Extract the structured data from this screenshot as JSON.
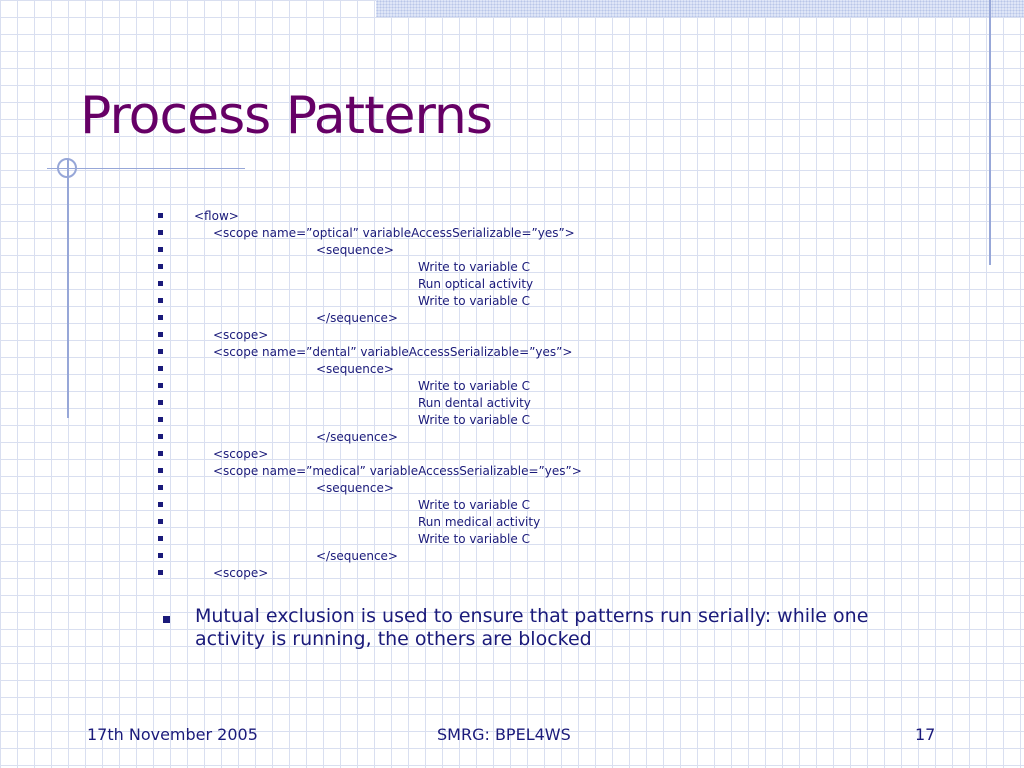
{
  "slide": {
    "title": "Process Patterns",
    "code_lines": [
      {
        "indent": 0,
        "text": "<flow>"
      },
      {
        "indent": 1,
        "text": "<scope name=”optical” variableAccessSerializable=”yes”>"
      },
      {
        "indent": 2,
        "text": "<sequence>"
      },
      {
        "indent": 3,
        "text": "Write to variable C"
      },
      {
        "indent": 3,
        "text": "Run optical activity"
      },
      {
        "indent": 3,
        "text": "Write to variable C"
      },
      {
        "indent": 2,
        "text": "</sequence>"
      },
      {
        "indent": 1,
        "text": "<scope>"
      },
      {
        "indent": 1,
        "text": "<scope name=”dental” variableAccessSerializable=”yes”>"
      },
      {
        "indent": 2,
        "text": "<sequence>"
      },
      {
        "indent": 3,
        "text": "Write to variable C"
      },
      {
        "indent": 3,
        "text": "Run dental activity"
      },
      {
        "indent": 3,
        "text": "Write to variable C"
      },
      {
        "indent": 2,
        "text": "</sequence>"
      },
      {
        "indent": 1,
        "text": "<scope>"
      },
      {
        "indent": 1,
        "text": "<scope name=”medical” variableAccessSerializable=”yes”>"
      },
      {
        "indent": 2,
        "text": "<sequence>"
      },
      {
        "indent": 3,
        "text": "Write to variable C"
      },
      {
        "indent": 3,
        "text": "Run medical activity"
      },
      {
        "indent": 3,
        "text": "Write to variable C"
      },
      {
        "indent": 2,
        "text": "</sequence>"
      },
      {
        "indent": 1,
        "text": "<scope>"
      }
    ],
    "main_point": "Mutual exclusion is used to ensure that patterns run serially: while one activity is running, the others are blocked"
  },
  "footer": {
    "date": "17th November 2005",
    "center": "SMRG: BPEL4WS",
    "page": "17"
  },
  "colors": {
    "title": "#660066",
    "text": "#1a1a7a",
    "grid": "#d9dff0",
    "accent_line": "#97a7d8"
  }
}
